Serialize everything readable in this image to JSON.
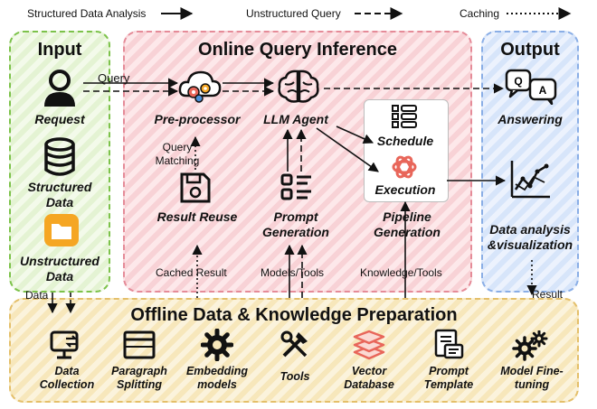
{
  "legend": {
    "structured": "Structured Data Analysis",
    "unstructured": "Unstructured Query",
    "caching": "Caching"
  },
  "panels": {
    "input": "Input",
    "online": "Online Query Inference",
    "output": "Output",
    "offline": "Offline Data & Knowledge Preparation"
  },
  "input": {
    "request": "Request",
    "structured": "Structured Data",
    "unstructured": "Unstructured Data"
  },
  "online": {
    "preprocessor": "Pre-processor",
    "agent": "LLM Agent",
    "schedule": "Schedule",
    "execution": "Execution",
    "result_reuse": "Result Reuse",
    "prompt_generation": "Prompt Generation",
    "pipeline_generation": "Pipeline Generation"
  },
  "output": {
    "answering": "Answering",
    "analysis": "Data analysis &visualization"
  },
  "edges": {
    "query": "Query",
    "query_matching": "Query Matching",
    "cached_result": "Cached Result",
    "models_tools": "Models/Tools",
    "knowledge_tools": "Knowledge/Tools",
    "data": "Data",
    "result": "Result"
  },
  "offline": {
    "items": [
      "Data Collection",
      "Paragraph Splitting",
      "Embedding models",
      "Tools",
      "Vector Database",
      "Prompt Template",
      "Model Fine-tuning"
    ]
  },
  "icons": {
    "q_bubble": "Q",
    "a_bubble": "A"
  },
  "colors": {
    "input": "#7cc24a",
    "online": "#e58b98",
    "output": "#8aaee6",
    "offline": "#e4bf6a",
    "accent_orange": "#f5a623",
    "accent_red": "#e8665a"
  }
}
